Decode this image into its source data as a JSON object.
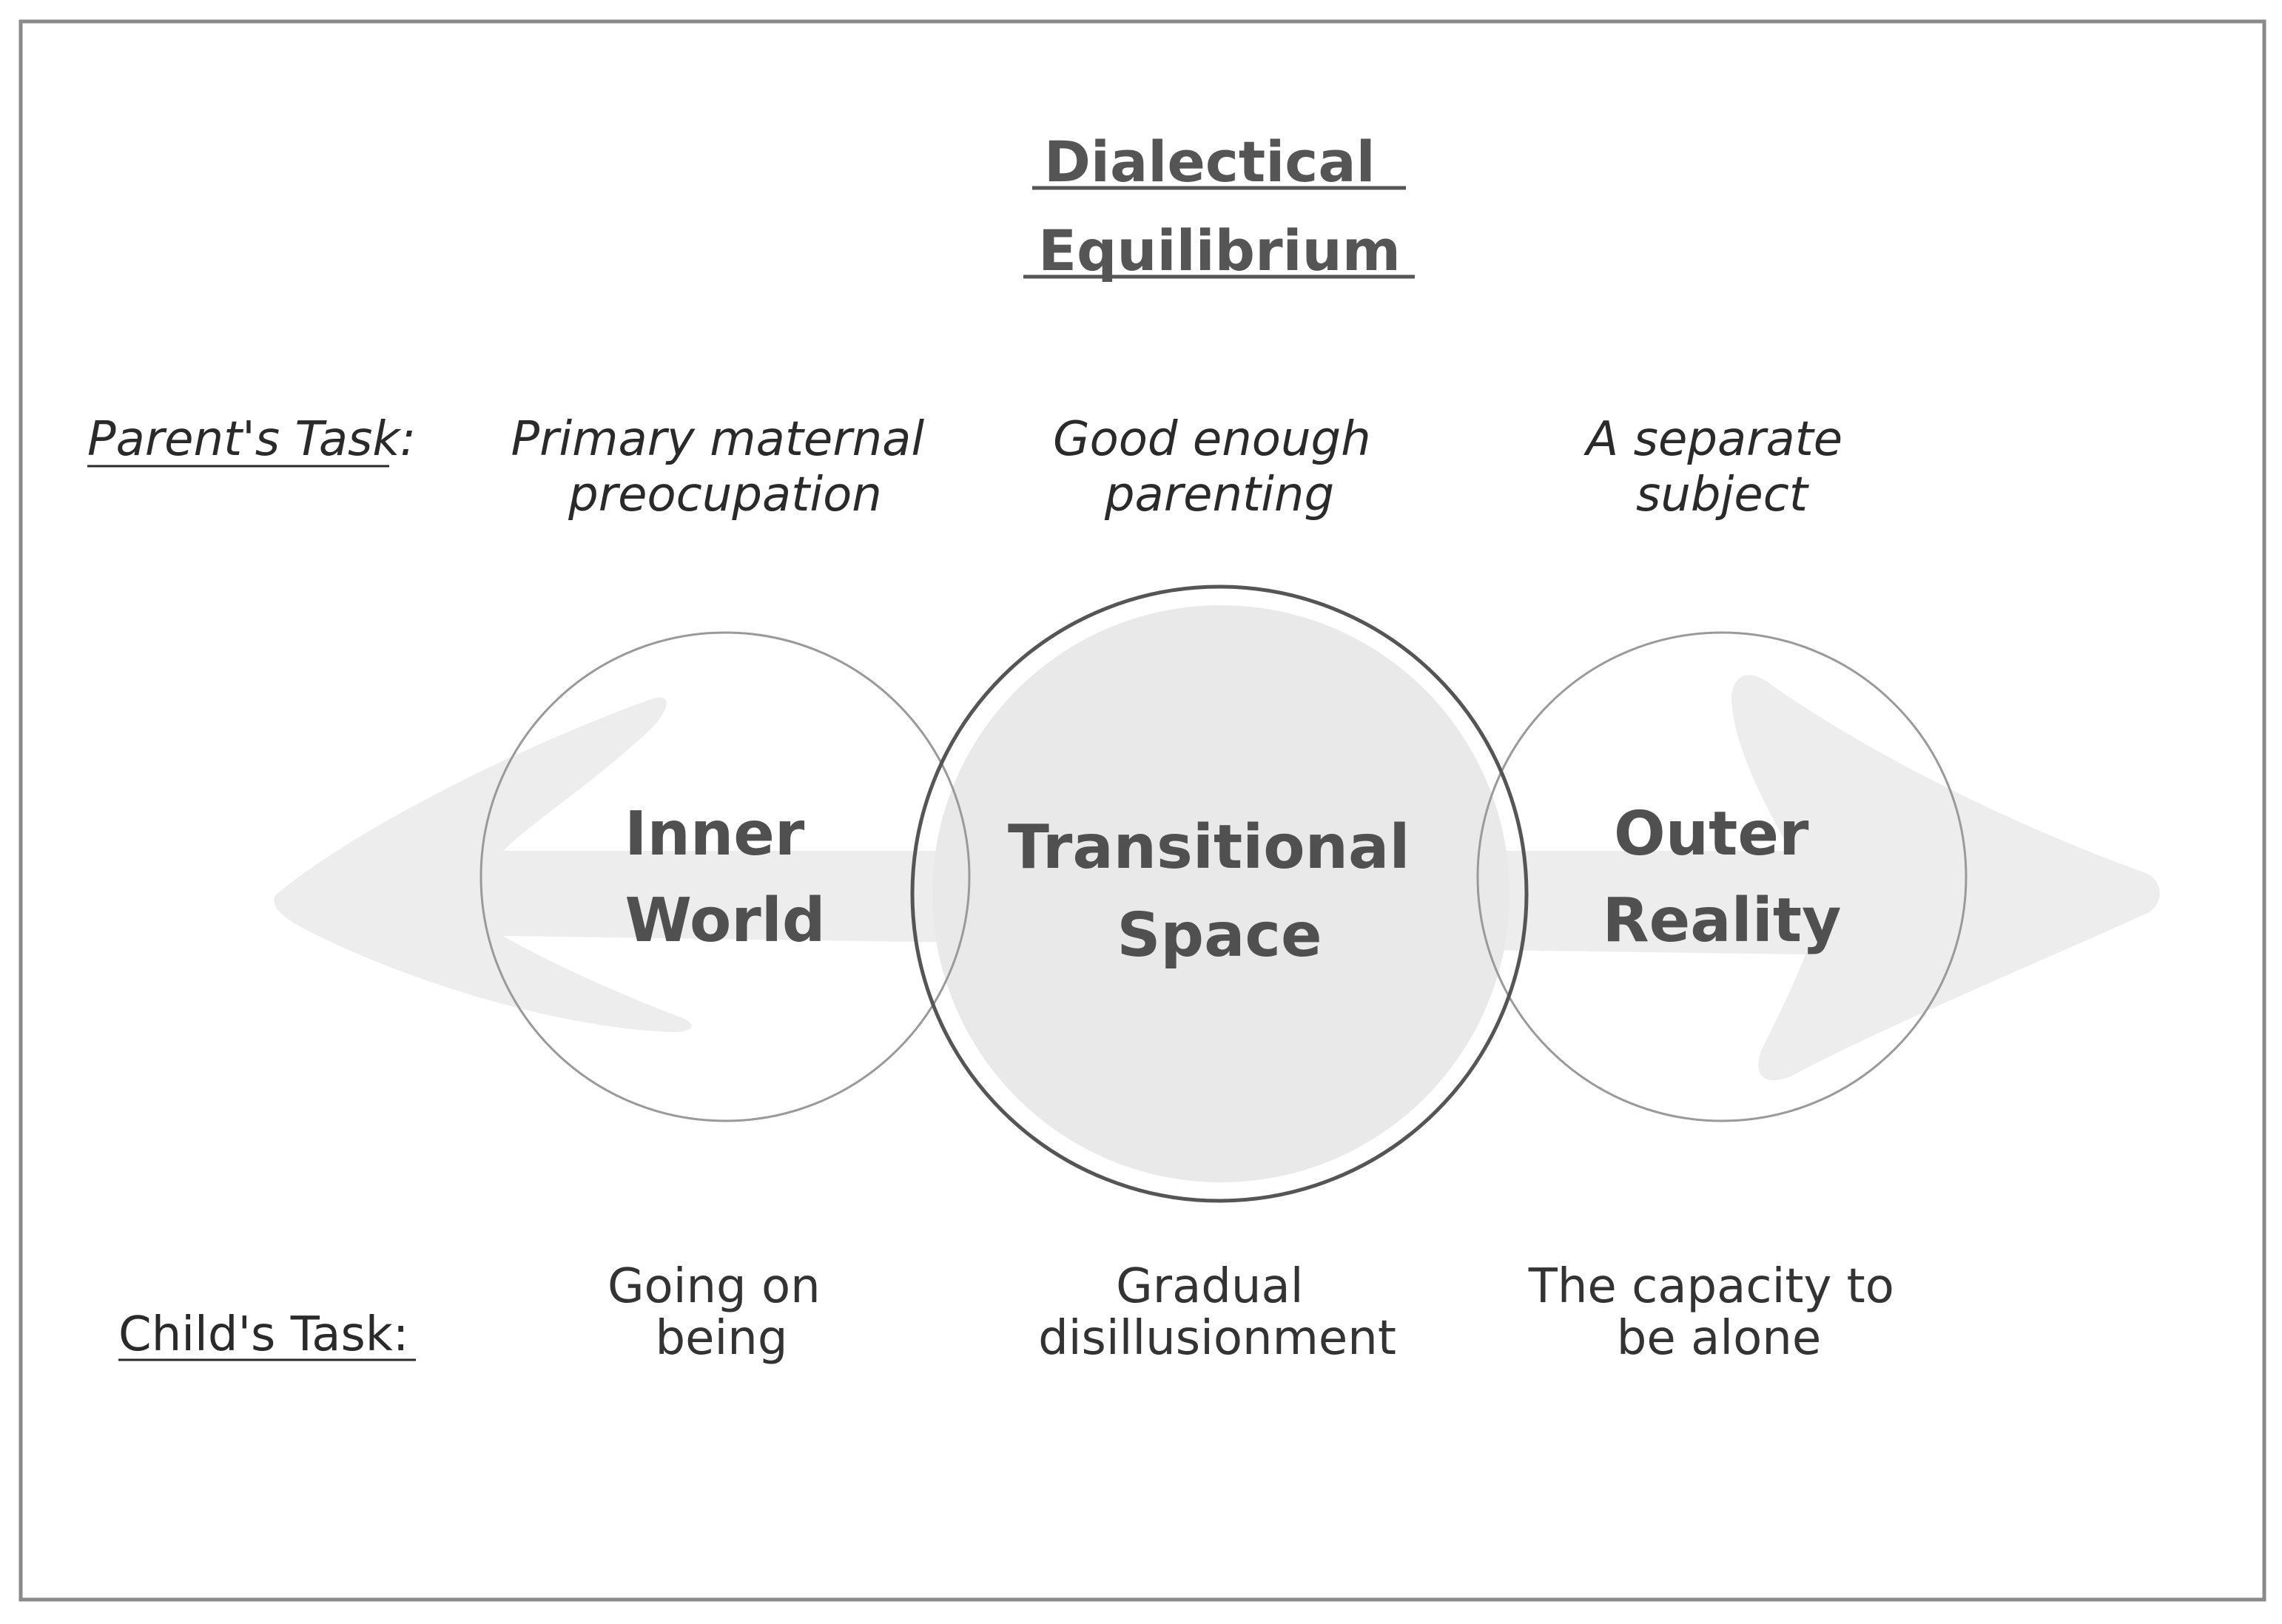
{
  "title": [
    "Dialectical",
    "Equilibrium"
  ],
  "parent_task": {
    "label": "Parent's Task:",
    "items": [
      [
        "Primary maternal",
        "preocupation"
      ],
      [
        "Good enough",
        "parenting"
      ],
      [
        "A separate",
        "subject"
      ]
    ]
  },
  "circles": [
    [
      "Inner",
      "World"
    ],
    [
      "Transitional",
      "Space"
    ],
    [
      "Outer",
      "Reality"
    ]
  ],
  "child_task": {
    "label": "Child's Task:",
    "items": [
      [
        "Going on",
        "being"
      ],
      [
        "Gradual",
        "disillusionment"
      ],
      [
        "The capacity to",
        "be alone"
      ]
    ]
  },
  "colors": {
    "frame": "#8a8a8a",
    "arrow_fill": "#ededed",
    "center_fill": "#e9e9e9",
    "title": "#555555",
    "circle_label": "#505050"
  }
}
